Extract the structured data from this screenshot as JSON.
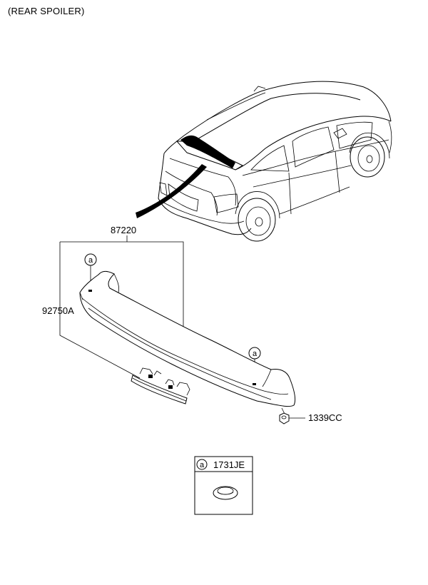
{
  "header": {
    "title": "(REAR SPOILER)"
  },
  "parts": {
    "spoiler_assembly": "87220",
    "brake_lamp": "92750A",
    "nut": "1339CC",
    "clip": "1731JE"
  },
  "markers": {
    "ref_letter": "a"
  },
  "colors": {
    "line": "#000000",
    "background": "#ffffff"
  }
}
